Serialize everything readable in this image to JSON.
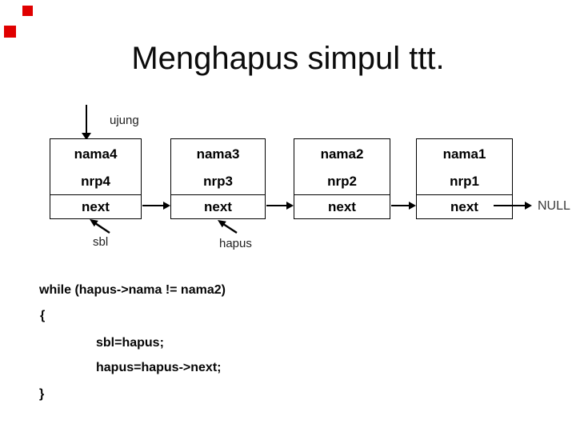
{
  "slide": {
    "title": "Menghapus simpul ttt.",
    "decor_color": "#e00000"
  },
  "diagram": {
    "ujung_label": "ujung",
    "sbl_label": "sbl",
    "hapus_label": "hapus",
    "null_label": "NULL",
    "nodes": [
      {
        "nama": "nama4",
        "nrp": "nrp4",
        "next": "next"
      },
      {
        "nama": "nama3",
        "nrp": "nrp3",
        "next": "next"
      },
      {
        "nama": "nama2",
        "nrp": "nrp2",
        "next": "next"
      },
      {
        "nama": "nama1",
        "nrp": "nrp1",
        "next": "next"
      }
    ]
  },
  "code": {
    "line1": "while (hapus->nama != nama2)",
    "line2": "{",
    "line3": "sbl=hapus;",
    "line4": "hapus=hapus->next;",
    "line5": "}"
  }
}
